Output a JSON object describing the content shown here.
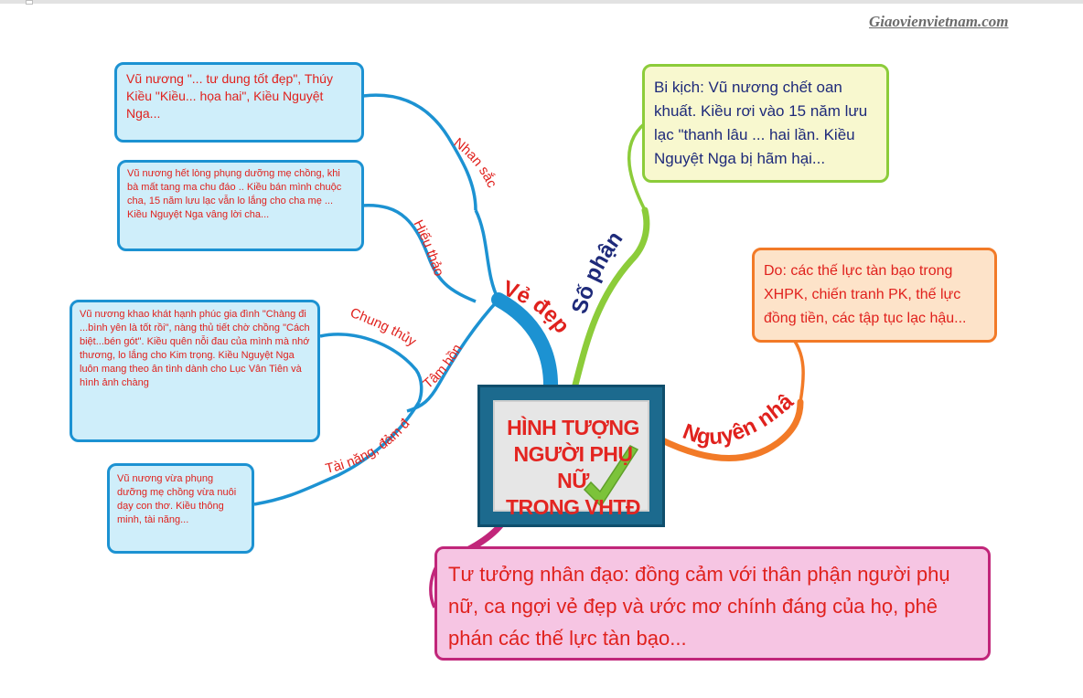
{
  "watermark": "Giaovienvietnam.com",
  "center_topic": {
    "line1": "HÌNH TƯỢNG",
    "line2": "NGƯỜI PHỤ NỮ",
    "line3": "TRONG VHTĐ"
  },
  "branches": {
    "ve_dep": "Vẻ đẹp",
    "so_phan": "Số phận",
    "nguyen_nhan": "Nguyên nhân",
    "nhan_sac": "Nhan sắc",
    "hieu_thao": "Hiếu thảo",
    "chung_thuy": "Chung thủy",
    "tam_hon": "Tâm hồn",
    "tai_nang": "Tài năng, đảm đang"
  },
  "boxes": {
    "nhan_sac": "Vũ nương \"... tư dung tốt đẹp\", Thúy Kiều \"Kiều... họa hai\", Kiều Nguyệt Nga...",
    "hieu_thao": "Vũ nương hết lòng phụng dưỡng mẹ chồng, khi bà mất tang ma chu đáo .. Kiều bán mình chuộc cha, 15 năm lưu lạc vẫn lo lắng cho cha mẹ ... Kiều Nguyệt Nga vâng lời cha...",
    "chung_thuy": "Vũ nương khao khát hạnh phúc gia đình \"Chàng đi ...bình yên là tốt rồi\", nàng thủ tiết chờ chồng \"Cách biệt...bén gót\". Kiều quên nỗi đau của mình mà nhớ thương, lo lắng cho Kim trọng. Kiều Nguyệt Nga luôn mang theo ân tình dành cho Lục Vân Tiên và hình ảnh chàng",
    "tai_nang": "Vũ nương vừa phụng dưỡng mẹ chồng vừa nuôi dạy con thơ. Kiều thông minh, tài năng...",
    "so_phan": "Bi kịch: Vũ nương chết oan khuất. Kiều rơi vào 15 năm lưu lạc \"thanh lâu ... hai lần. Kiều Nguyệt Nga bị hãm hại...",
    "nguyen_nhan": "Do: các thế lực tàn bạo trong XHPK, chiến tranh PK, thế lực đồng tiền, các tập tục lạc hậu...",
    "tu_tuong": "Tư tưởng nhân đạo: đồng cảm với thân phận người phụ nữ, ca ngợi vẻ đẹp và ước mơ chính đáng của họ, phê phán các thế lực tàn bạo..."
  },
  "colors": {
    "blue_branch": "#1c92d2",
    "green_branch": "#8ccc3a",
    "orange_branch": "#f27a27",
    "magenta_branch": "#c1267a",
    "red_text": "#e0211d",
    "navy_text": "#1e2a7a"
  },
  "icons": {
    "center_mark": "check-mark-icon"
  }
}
